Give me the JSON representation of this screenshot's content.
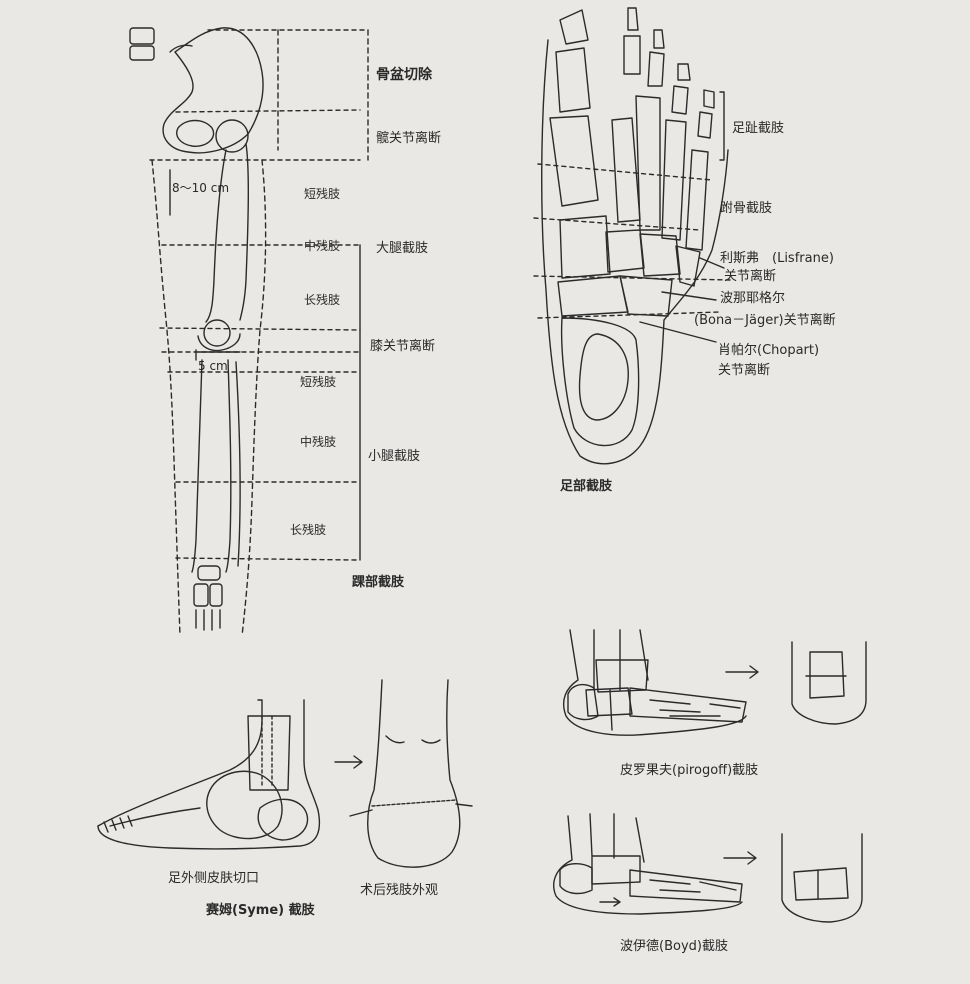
{
  "leg": {
    "hemipelvectomy": "骨盆切除",
    "hip_disarticulation": "髋关节离断",
    "thigh_short": "短残肢",
    "thigh_middle": "中残肢",
    "thigh_long": "长残肢",
    "thigh_amputation": "大腿截肢",
    "dim_thigh": "8～10 cm",
    "knee_disarticulation": "膝关节离断",
    "dim_knee": "5 cm",
    "shank_short": "短残肢",
    "shank_middle": "中残肢",
    "shank_amputation": "小腿截肢",
    "shank_long": "长残肢",
    "ankle_amputation": "踝部截肢"
  },
  "foot": {
    "toe_amputation": "足趾截肢",
    "metatarsal_amputation": "跗骨截肢",
    "lisfranc_1": "利斯弗　(Lisfrane)",
    "lisfranc_2": "关节离断",
    "bona_1": "波那耶格尔",
    "bona_2": "(Bona－Jäger)关节离断",
    "chopart_1": "肖帕尔(Chopart)",
    "chopart_2": "关节离断",
    "caption": "足部截肢"
  },
  "syme": {
    "incision": "足外侧皮肤切口",
    "postop": "术后残肢外观",
    "caption": "赛姆(Syme) 截肢"
  },
  "pirogoff": {
    "caption": "皮罗果夫(pirogoff)截肢"
  },
  "boyd": {
    "caption": "波伊德(Boyd)截肢"
  },
  "colors": {
    "ink": "#2b2b2b",
    "paper": "#e9e8e4"
  }
}
